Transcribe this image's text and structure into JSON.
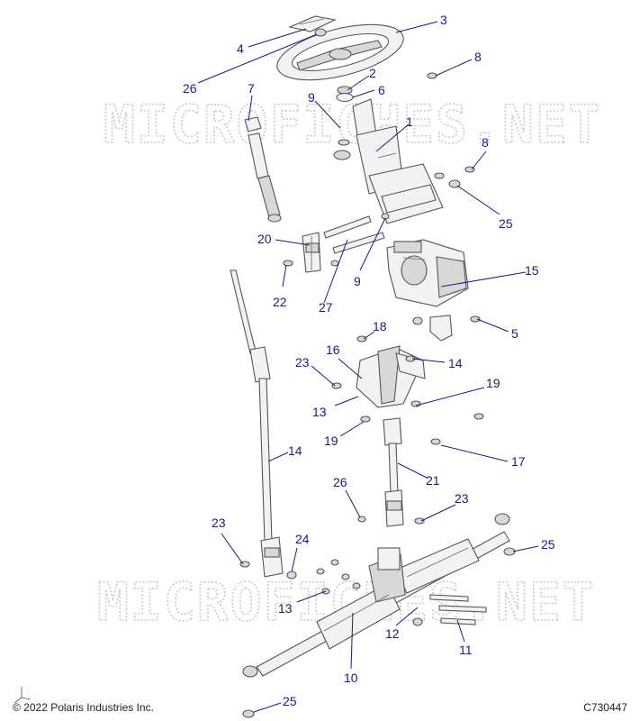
{
  "diagram": {
    "callouts": [
      "1",
      "2",
      "3",
      "4",
      "5",
      "6",
      "7",
      "8",
      "8",
      "9",
      "9",
      "10",
      "11",
      "12",
      "13",
      "13",
      "14",
      "14",
      "15",
      "16",
      "17",
      "18",
      "19",
      "19",
      "20",
      "21",
      "22",
      "23",
      "23",
      "23",
      "24",
      "25",
      "25",
      "25",
      "26",
      "26",
      "27"
    ],
    "watermark": "MICROFICHES.NET",
    "copyright": "© 2022 Polaris Industries Inc.",
    "drawing_id": "C730447"
  }
}
